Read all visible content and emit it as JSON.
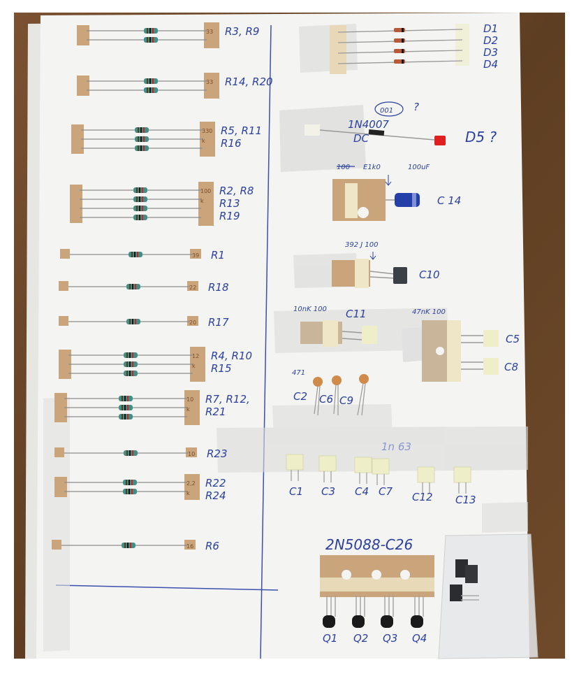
{
  "colors": {
    "table": "#6b4a2c",
    "paper": "#f2f2f0",
    "ink": "#2a3f9e",
    "resistor_body": "#3f8f86",
    "kraft_tape": "#caa57c",
    "ceramic_cap": "#d08a4a",
    "film_cap": "#eeeec8",
    "electrolytic": "#2440a8",
    "led_cap": "#e02020",
    "transistor": "#1a1a1a"
  },
  "resistor_labels": [
    {
      "label": "R3, R9",
      "tape": "33"
    },
    {
      "label": "R14, R20",
      "tape": "33"
    },
    {
      "label": "R5, R11",
      "tape": "330"
    },
    {
      "label": "R16",
      "tape": "k"
    },
    {
      "label": "R2, R8",
      "tape": "100"
    },
    {
      "label": "R13",
      "tape": "k"
    },
    {
      "label": "R19",
      "tape": ""
    },
    {
      "label": "R1",
      "tape": "39"
    },
    {
      "label": "R18",
      "tape": "22"
    },
    {
      "label": "R17",
      "tape": "20"
    },
    {
      "label": "R4, R10",
      "tape": "12"
    },
    {
      "label": "R15",
      "tape": "k"
    },
    {
      "label": "R7, R12,",
      "tape": "10"
    },
    {
      "label": "R21",
      "tape": "k"
    },
    {
      "label": "R23",
      "tape": "10"
    },
    {
      "label": "R22",
      "tape": "2,2"
    },
    {
      "label": "R24",
      "tape": "k"
    },
    {
      "label": "R6",
      "tape": "16"
    }
  ],
  "diode_labels": [
    "D1",
    "D2",
    "D3",
    "D4"
  ],
  "d5": {
    "code": "001",
    "part": "1N4007",
    "sub": "DC",
    "label": "D5 ?",
    "q": "?"
  },
  "c14": {
    "strike": "100",
    "note1": "E1k0",
    "note2": "100uF",
    "label": "C 14"
  },
  "c10": {
    "note": "392 J 100",
    "label": "C10"
  },
  "c11": {
    "note": "10nK 100",
    "label": "C11"
  },
  "c5c8": {
    "note": "47nK 100",
    "label1": "C5",
    "label2": "C8"
  },
  "ceramic": {
    "note": "471",
    "labels": [
      "C2",
      "C6",
      "C9"
    ]
  },
  "bag_note": "1n 63",
  "film_labels": [
    "C1",
    "C3",
    "C4",
    "C7",
    "C12",
    "C13"
  ],
  "transistor_title": "2N5088-C26",
  "transistor_labels": [
    "Q1",
    "Q2",
    "Q3",
    "Q4"
  ]
}
